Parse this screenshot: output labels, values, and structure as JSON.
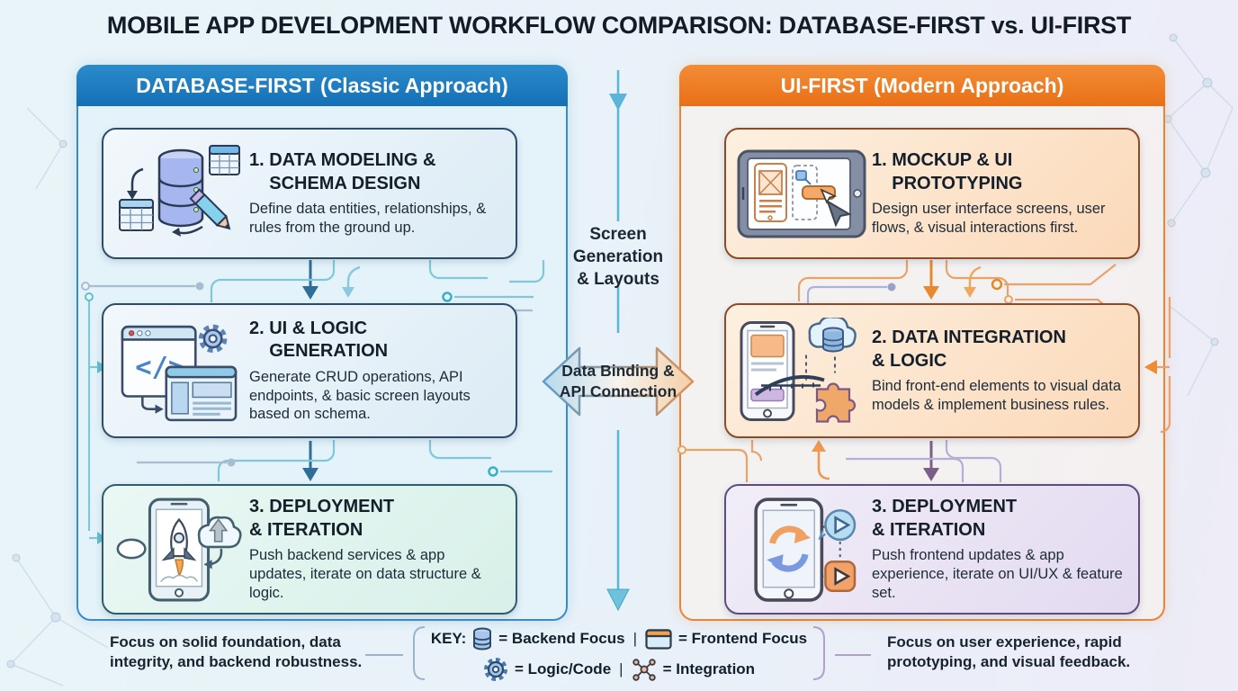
{
  "title": "MOBILE APP DEVELOPMENT WORKFLOW COMPARISON: DATABASE-FIRST vs. UI-FIRST",
  "left_panel": {
    "header": "DATABASE-FIRST (Classic Approach)",
    "accent_color": "#1b7ec2",
    "steps": [
      {
        "title": "1. DATA MODELING &\n    SCHEMA DESIGN",
        "description": "Define data entities, relationships, & rules from the ground up.",
        "icon": "database-schema-illustration"
      },
      {
        "title": "2. UI & LOGIC\n    GENERATION",
        "description": "Generate CRUD operations, API endpoints, & basic screen layouts based on schema.",
        "icon": "code-generation-illustration"
      },
      {
        "title": "3. DEPLOYMENT\n& ITERATION",
        "description": "Push backend services & app updates, iterate on data structure & logic.",
        "icon": "rocket-deployment-illustration"
      }
    ],
    "footer": "Focus on solid foundation, data integrity, and backend robustness."
  },
  "right_panel": {
    "header": "UI-FIRST (Modern Approach)",
    "accent_color": "#ee7a22",
    "steps": [
      {
        "title": "1. MOCKUP & UI\n    PROTOTYPING",
        "description": "Design user interface screens, user flows, & visual interactions first.",
        "icon": "mockup-prototyping-illustration"
      },
      {
        "title": "2. DATA INTEGRATION\n& LOGIC",
        "description": "Bind front-end elements to visual data models & implement business rules.",
        "icon": "data-integration-illustration"
      },
      {
        "title": "3. DEPLOYMENT\n& ITERATION",
        "description": "Push frontend updates & app experience, iterate on UI/UX & feature set.",
        "icon": "iteration-deployment-illustration"
      }
    ],
    "footer": "Focus on user experience, rapid prototyping, and visual feedback."
  },
  "center": {
    "flow_label": "Screen\nGeneration\n& Layouts",
    "arrow_label": "Data Binding &\nAPI Connection"
  },
  "key": {
    "label": "KEY:",
    "separator": "|",
    "items": [
      {
        "icon": "database-icon",
        "text": "= Backend Focus"
      },
      {
        "icon": "window-icon",
        "text": "= Frontend Focus"
      },
      {
        "icon": "gear-icon",
        "text": "= Logic/Code"
      },
      {
        "icon": "integration-icon",
        "text": "= Integration"
      }
    ]
  },
  "colors": {
    "title_text": "#131c26",
    "left_header_bg": "#1b7ec2",
    "right_header_bg": "#ee7a22",
    "center_line": "#58b8d4",
    "left_arrow": "#2f6e98",
    "right_arrow_orange": "#e8892f",
    "right_arrow_purple": "#7c5f88"
  }
}
